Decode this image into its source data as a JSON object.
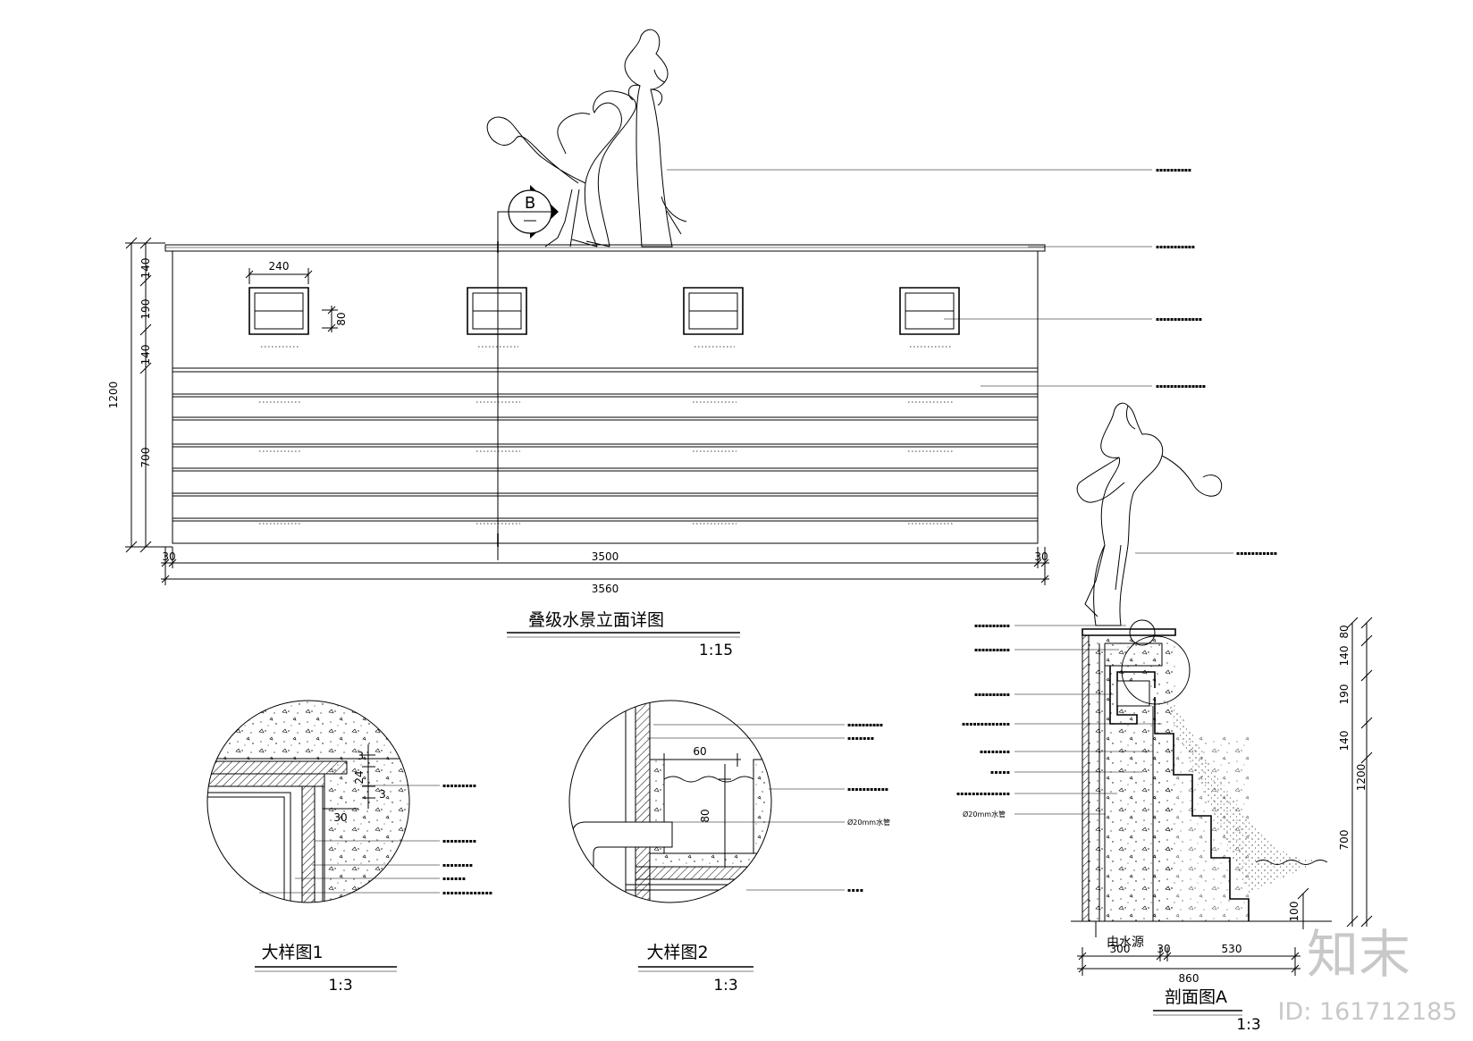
{
  "elevation": {
    "title": "叠级水景立面详图",
    "scale": "1:15",
    "section_marker": "B",
    "dims": {
      "opening_width": "240",
      "opening_height": "80",
      "top_band": "140",
      "mid_band": "190",
      "lower_band": "140",
      "total_height": "1200",
      "steps_height": "700",
      "inner_length": "3500",
      "overall_length": "3560",
      "end_left": "30",
      "end_right": "30"
    }
  },
  "detail1": {
    "title": "大样图1",
    "scale": "1:3",
    "dims": {
      "d3a": "3",
      "d24": "24",
      "d3b": "3",
      "d30": "30"
    }
  },
  "detail2": {
    "title": "大样图2",
    "scale": "1:3",
    "dims": {
      "d60": "60",
      "d80": "80"
    },
    "callout_pipe": "Ø20mm水管"
  },
  "section": {
    "title": "剖面图A",
    "scale": "1:3",
    "water_source": "由水源",
    "callout_pipe": "Ø20mm水管",
    "dims": {
      "top": "80",
      "b140a": "140",
      "b190": "190",
      "b140b": "140",
      "total": "1200",
      "steps": "700",
      "base": "100",
      "w300": "300",
      "w30": "30",
      "w530": "530",
      "w860": "860"
    }
  },
  "watermark": {
    "brand": "知末",
    "id": "ID: 161712185"
  }
}
